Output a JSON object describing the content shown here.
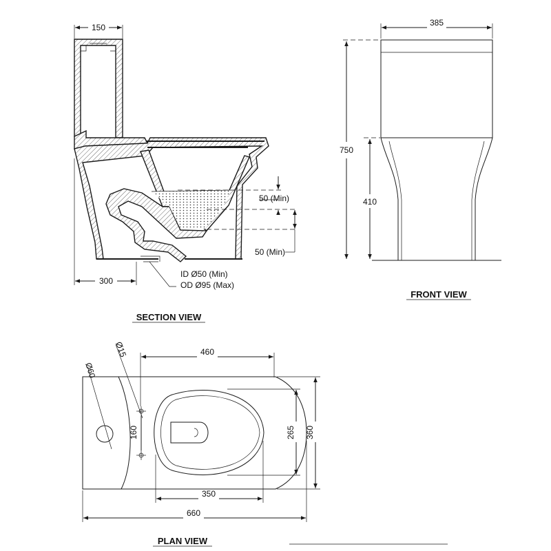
{
  "views": {
    "section": {
      "title": "SECTION VIEW"
    },
    "front": {
      "title": "FRONT VIEW"
    },
    "plan": {
      "title": "PLAN VIEW"
    }
  },
  "dimensions": {
    "section_tank_depth": "150",
    "section_rough_in": "300",
    "section_water_seal": "50 (Min)",
    "section_trap_clearance": "50 (Min)",
    "section_outlet_id": "ID Ø50 (Min)",
    "section_outlet_od": "OD Ø95 (Max)",
    "front_width": "385",
    "front_total_height": "750",
    "front_seat_height": "410",
    "plan_hole_diameter": "Ø60",
    "plan_fixing_diameter": "Ø15",
    "plan_bowl_length": "460",
    "plan_fixing_spacing": "160",
    "plan_bowl_inner_width": "265",
    "plan_width": "360",
    "plan_bowl_inner_length": "350",
    "plan_total_length": "660"
  },
  "colors": {
    "line": "#1a1a1a",
    "background": "#ffffff"
  }
}
